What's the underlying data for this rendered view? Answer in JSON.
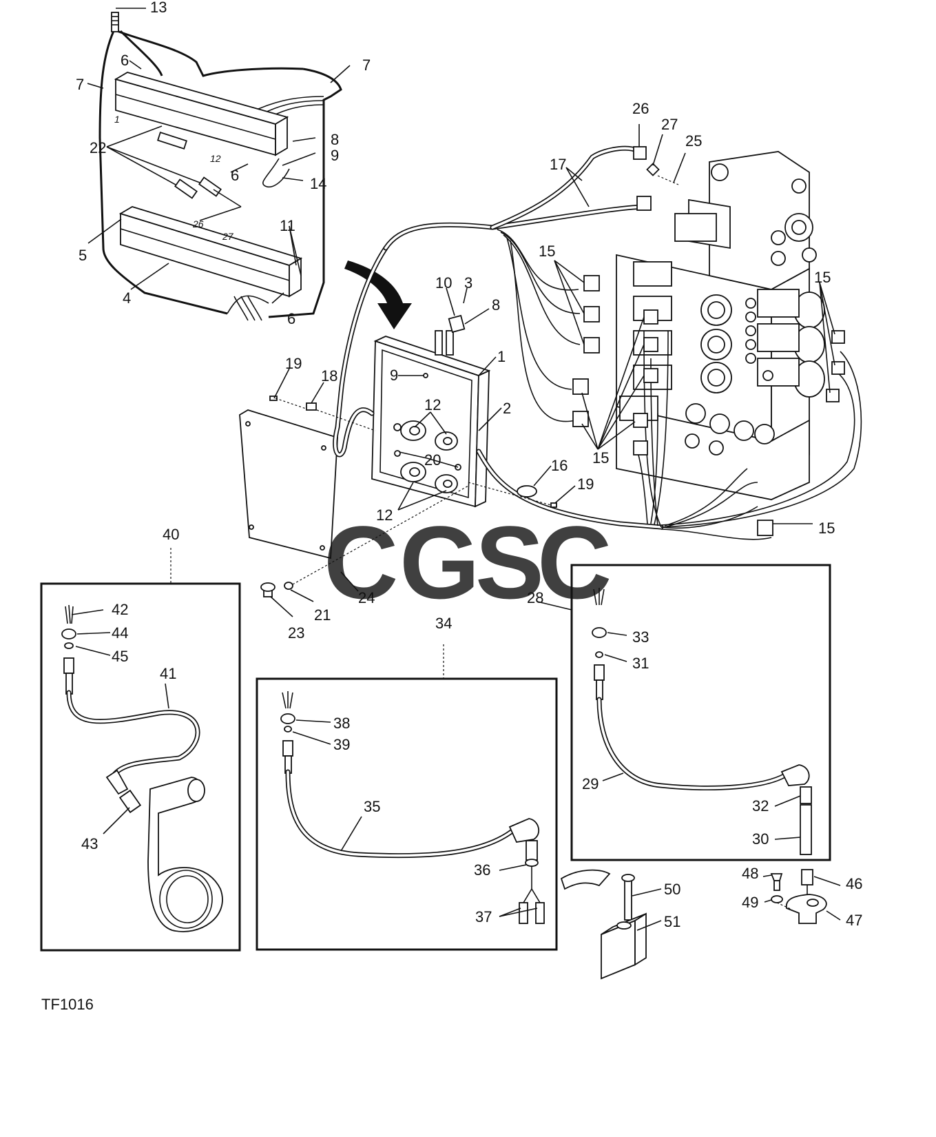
{
  "figure_code": "TF1016",
  "watermark": {
    "letters": [
      {
        "char": "C",
        "color": "#6aa0f0"
      },
      {
        "char": "G",
        "color": "#f08c84"
      },
      {
        "char": "S",
        "color": "#f5d96a"
      },
      {
        "char": "C",
        "color": "#6cbf94"
      }
    ]
  },
  "callouts": [
    "1",
    "2",
    "3",
    "4",
    "5",
    "6",
    "7",
    "8",
    "9",
    "10",
    "11",
    "12",
    "13",
    "14",
    "15",
    "16",
    "17",
    "18",
    "19",
    "20",
    "21",
    "22",
    "23",
    "24",
    "25",
    "26",
    "27",
    "28",
    "29",
    "30",
    "31",
    "32",
    "33",
    "34",
    "35",
    "36",
    "37",
    "38",
    "39",
    "40",
    "41",
    "42",
    "43",
    "44",
    "45",
    "46",
    "47",
    "48",
    "49",
    "50",
    "51"
  ],
  "terminal_labels": [
    "1",
    "12",
    "26",
    "27"
  ]
}
